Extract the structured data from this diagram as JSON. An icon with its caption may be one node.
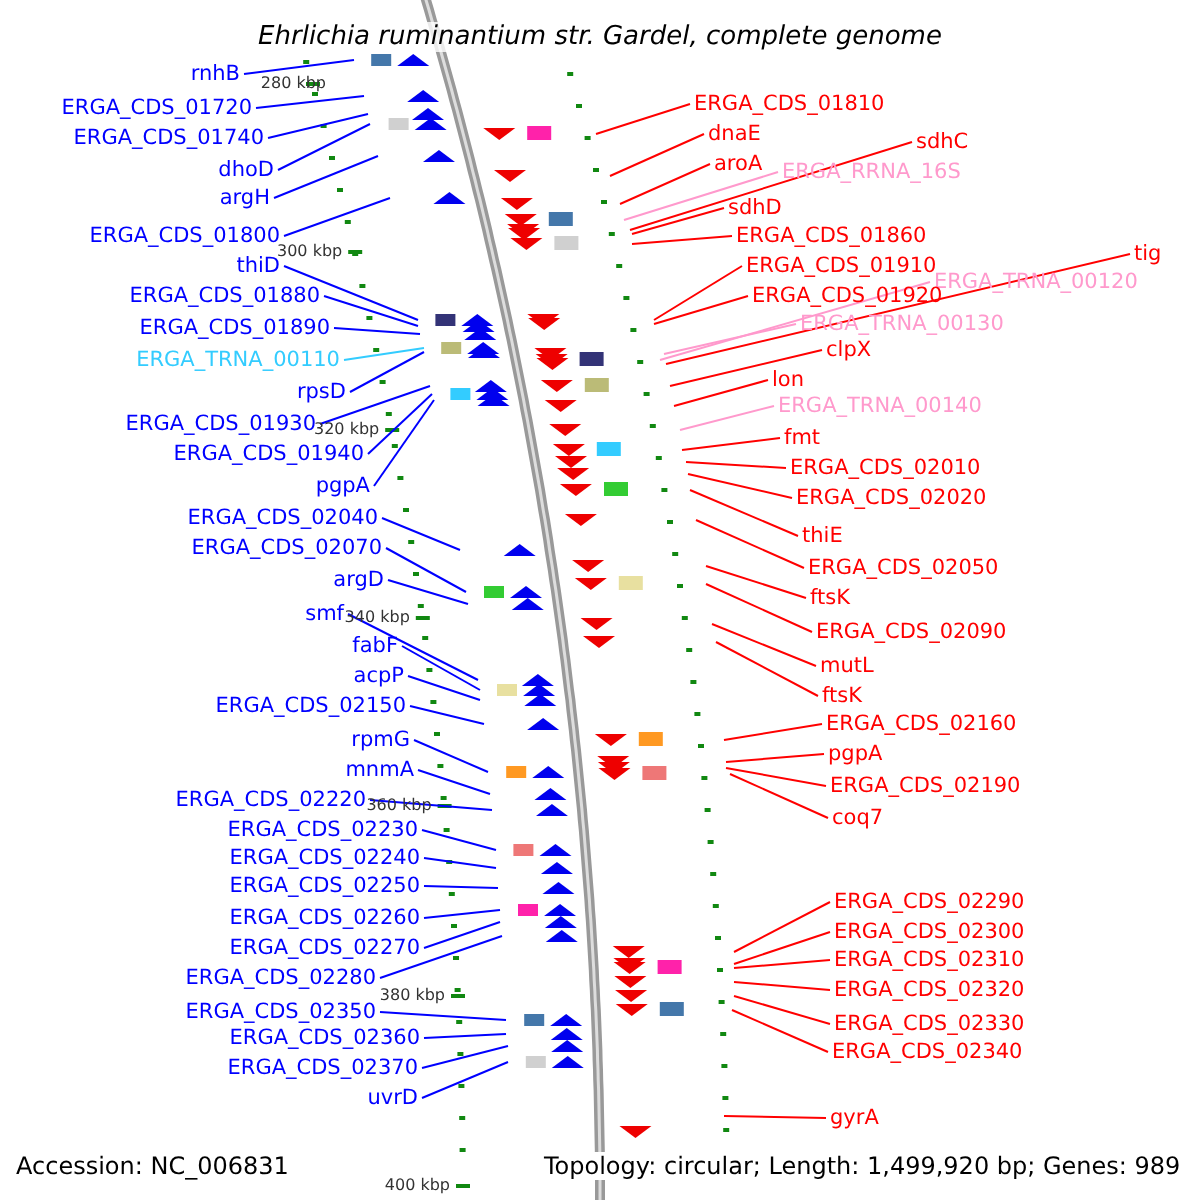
{
  "diagram": {
    "title": "Ehrlichia ruminantium str. Gardel, complete genome",
    "nodes": [
      {
        "text": [
          "rnhB"
        ]
      },
      {
        "text": [
          "ERGA_CDS_01720"
        ]
      },
      {
        "text": [
          "ERGA_CDS_01740"
        ]
      },
      {
        "text": [
          "dhoD"
        ]
      },
      {
        "text": [
          "argH"
        ]
      },
      {
        "text": [
          "ERGA_CDS_01800"
        ]
      },
      {
        "text": [
          "thiD"
        ]
      },
      {
        "text": [
          "ERGA_CDS_01880"
        ]
      },
      {
        "text": [
          "ERGA_CDS_01890"
        ]
      },
      {
        "text": [
          "ERGA_TRNA_00110"
        ]
      },
      {
        "text": [
          "rpsD"
        ]
      },
      {
        "text": [
          "ERGA_CDS_01930"
        ]
      },
      {
        "text": [
          "ERGA_CDS_01940"
        ]
      },
      {
        "text": [
          "pgpA"
        ]
      },
      {
        "text": [
          "ERGA_CDS_02040"
        ]
      },
      {
        "text": [
          "ERGA_CDS_02070"
        ]
      },
      {
        "text": [
          "argD"
        ]
      },
      {
        "text": [
          "smf"
        ]
      },
      {
        "text": [
          "fabF"
        ]
      },
      {
        "text": [
          "acpP"
        ]
      },
      {
        "text": [
          "ERGA_CDS_02150"
        ]
      },
      {
        "text": [
          "rpmG"
        ]
      },
      {
        "text": [
          "mnmA"
        ]
      },
      {
        "text": [
          "ERGA_CDS_02220"
        ]
      },
      {
        "text": [
          "ERGA_CDS_02230"
        ]
      },
      {
        "text": [
          "ERGA_CDS_02240"
        ]
      },
      {
        "text": [
          "ERGA_CDS_02250"
        ]
      },
      {
        "text": [
          "ERGA_CDS_02260"
        ]
      },
      {
        "text": [
          "ERGA_CDS_02270"
        ]
      },
      {
        "text": [
          "ERGA_CDS_02280"
        ]
      },
      {
        "text": [
          "ERGA_CDS_02350"
        ]
      },
      {
        "text": [
          "ERGA_CDS_02360"
        ]
      },
      {
        "text": [
          "ERGA_CDS_02370"
        ]
      },
      {
        "text": [
          "uvrD"
        ]
      },
      {
        "text": [
          "ERGA_CDS_01810"
        ]
      },
      {
        "text": [
          "dnaE"
        ]
      },
      {
        "text": [
          "aroA"
        ]
      },
      {
        "text": [
          "ERGA_RRNA_16S"
        ]
      },
      {
        "text": [
          "sdhC"
        ]
      },
      {
        "text": [
          "sdhD"
        ]
      },
      {
        "text": [
          "ERGA_CDS_01860"
        ]
      },
      {
        "text": [
          "ERGA_CDS_01910"
        ]
      },
      {
        "text": [
          "tig"
        ]
      },
      {
        "text": [
          "ERGA_TRNA_00120"
        ]
      },
      {
        "text": [
          "ERGA_CDS_01920"
        ]
      },
      {
        "text": [
          "ERGA_TRNA_00130"
        ]
      },
      {
        "text": [
          "clpX"
        ]
      },
      {
        "text": [
          "lon"
        ]
      },
      {
        "text": [
          "ERGA_TRNA_00140"
        ]
      },
      {
        "text": [
          "fmt"
        ]
      },
      {
        "text": [
          "ERGA_CDS_02010"
        ]
      },
      {
        "text": [
          "ERGA_CDS_02020"
        ]
      },
      {
        "text": [
          "thiE"
        ]
      },
      {
        "text": [
          "ERGA_CDS_02050"
        ]
      },
      {
        "text": [
          "ftsK"
        ]
      },
      {
        "text": [
          "ERGA_CDS_02090"
        ]
      },
      {
        "text": [
          "mutL"
        ]
      },
      {
        "text": [
          "ftsK"
        ]
      },
      {
        "text": [
          "ERGA_CDS_02160"
        ]
      },
      {
        "text": [
          "pgpA"
        ]
      },
      {
        "text": [
          "ERGA_CDS_02190"
        ]
      },
      {
        "text": [
          "coq7"
        ]
      },
      {
        "text": [
          "ERGA_CDS_02290"
        ]
      },
      {
        "text": [
          "ERGA_CDS_02300"
        ]
      },
      {
        "text": [
          "ERGA_CDS_02310"
        ]
      },
      {
        "text": [
          "ERGA_CDS_02320"
        ]
      },
      {
        "text": [
          "ERGA_CDS_02330"
        ]
      },
      {
        "text": [
          "ERGA_CDS_02340"
        ]
      },
      {
        "text": [
          "gyrA"
        ]
      }
    ],
    "edges": [
      {
        "from": 0,
        "to": null,
        "arrow": "none",
        "color": "#0000ff"
      },
      {
        "from": 1,
        "to": null,
        "arrow": "none",
        "color": "#0000ff"
      },
      {
        "from": 2,
        "to": null,
        "arrow": "none",
        "color": "#0000ff"
      },
      {
        "from": 3,
        "to": null,
        "arrow": "none",
        "color": "#0000ff"
      },
      {
        "from": 4,
        "to": null,
        "arrow": "none",
        "color": "#0000ff"
      },
      {
        "from": 5,
        "to": null,
        "arrow": "none",
        "color": "#0000ff"
      },
      {
        "from": 6,
        "to": null,
        "arrow": "none",
        "color": "#0000ff"
      },
      {
        "from": 7,
        "to": null,
        "arrow": "none",
        "color": "#0000ff"
      },
      {
        "from": 8,
        "to": null,
        "arrow": "none",
        "color": "#0000ff"
      },
      {
        "from": 9,
        "to": null,
        "arrow": "none",
        "color": "#33ccff"
      },
      {
        "from": 10,
        "to": null,
        "arrow": "none",
        "color": "#0000ff"
      },
      {
        "from": 11,
        "to": null,
        "arrow": "none",
        "color": "#0000ff"
      },
      {
        "from": 12,
        "to": null,
        "arrow": "none",
        "color": "#0000ff"
      },
      {
        "from": 13,
        "to": null,
        "arrow": "none",
        "color": "#0000ff"
      },
      {
        "from": 14,
        "to": null,
        "arrow": "none",
        "color": "#0000ff"
      },
      {
        "from": 15,
        "to": null,
        "arrow": "none",
        "color": "#0000ff"
      },
      {
        "from": 16,
        "to": null,
        "arrow": "none",
        "color": "#0000ff"
      },
      {
        "from": 17,
        "to": null,
        "arrow": "none",
        "color": "#0000ff"
      },
      {
        "from": 18,
        "to": null,
        "arrow": "none",
        "color": "#0000ff"
      },
      {
        "from": 19,
        "to": null,
        "arrow": "none",
        "color": "#0000ff"
      },
      {
        "from": 20,
        "to": null,
        "arrow": "none",
        "color": "#0000ff"
      },
      {
        "from": 21,
        "to": null,
        "arrow": "none",
        "color": "#0000ff"
      },
      {
        "from": 22,
        "to": null,
        "arrow": "none",
        "color": "#0000ff"
      },
      {
        "from": 23,
        "to": null,
        "arrow": "none",
        "color": "#0000ff"
      },
      {
        "from": 24,
        "to": null,
        "arrow": "none",
        "color": "#0000ff"
      },
      {
        "from": 25,
        "to": null,
        "arrow": "none",
        "color": "#0000ff"
      },
      {
        "from": 26,
        "to": null,
        "arrow": "none",
        "color": "#0000ff"
      },
      {
        "from": 27,
        "to": null,
        "arrow": "none",
        "color": "#0000ff"
      },
      {
        "from": 28,
        "to": null,
        "arrow": "none",
        "color": "#0000ff"
      },
      {
        "from": 29,
        "to": null,
        "arrow": "none",
        "color": "#0000ff"
      },
      {
        "from": 30,
        "to": null,
        "arrow": "none",
        "color": "#0000ff"
      },
      {
        "from": 31,
        "to": null,
        "arrow": "none",
        "color": "#0000ff"
      },
      {
        "from": 32,
        "to": null,
        "arrow": "none",
        "color": "#0000ff"
      },
      {
        "from": 33,
        "to": null,
        "arrow": "none",
        "color": "#0000ff"
      },
      {
        "from": 34,
        "to": null,
        "arrow": "none",
        "color": "#ff0000"
      },
      {
        "from": 35,
        "to": null,
        "arrow": "none",
        "color": "#ff0000"
      },
      {
        "from": 36,
        "to": null,
        "arrow": "none",
        "color": "#ff0000"
      },
      {
        "from": 37,
        "to": null,
        "arrow": "none",
        "color": "#ff99cc"
      },
      {
        "from": 38,
        "to": null,
        "arrow": "none",
        "color": "#ff0000"
      },
      {
        "from": 39,
        "to": null,
        "arrow": "none",
        "color": "#ff0000"
      },
      {
        "from": 40,
        "to": null,
        "arrow": "none",
        "color": "#ff0000"
      },
      {
        "from": 41,
        "to": null,
        "arrow": "none",
        "color": "#ff0000"
      },
      {
        "from": 42,
        "to": null,
        "arrow": "none",
        "color": "#ff0000"
      },
      {
        "from": 43,
        "to": null,
        "arrow": "none",
        "color": "#ff99cc"
      },
      {
        "from": 44,
        "to": null,
        "arrow": "none",
        "color": "#ff0000"
      },
      {
        "from": 45,
        "to": null,
        "arrow": "none",
        "color": "#ff99cc"
      },
      {
        "from": 46,
        "to": null,
        "arrow": "none",
        "color": "#ff0000"
      },
      {
        "from": 47,
        "to": null,
        "arrow": "none",
        "color": "#ff0000"
      },
      {
        "from": 48,
        "to": null,
        "arrow": "none",
        "color": "#ff99cc"
      },
      {
        "from": 49,
        "to": null,
        "arrow": "none",
        "color": "#ff0000"
      },
      {
        "from": 50,
        "to": null,
        "arrow": "none",
        "color": "#ff0000"
      },
      {
        "from": 51,
        "to": null,
        "arrow": "none",
        "color": "#ff0000"
      },
      {
        "from": 52,
        "to": null,
        "arrow": "none",
        "color": "#ff0000"
      },
      {
        "from": 53,
        "to": null,
        "arrow": "none",
        "color": "#ff0000"
      },
      {
        "from": 54,
        "to": null,
        "arrow": "none",
        "color": "#ff0000"
      },
      {
        "from": 55,
        "to": null,
        "arrow": "none",
        "color": "#ff0000"
      },
      {
        "from": 56,
        "to": null,
        "arrow": "none",
        "color": "#ff0000"
      },
      {
        "from": 57,
        "to": null,
        "arrow": "none",
        "color": "#ff0000"
      },
      {
        "from": 58,
        "to": null,
        "arrow": "none",
        "color": "#ff0000"
      },
      {
        "from": 59,
        "to": null,
        "arrow": "none",
        "color": "#ff0000"
      },
      {
        "from": 60,
        "to": null,
        "arrow": "none",
        "color": "#ff0000"
      },
      {
        "from": 61,
        "to": null,
        "arrow": "none",
        "color": "#ff0000"
      },
      {
        "from": 62,
        "to": null,
        "arrow": "none",
        "color": "#ff0000"
      },
      {
        "from": 63,
        "to": null,
        "arrow": "none",
        "color": "#ff0000"
      },
      {
        "from": 64,
        "to": null,
        "arrow": "none",
        "color": "#ff0000"
      },
      {
        "from": 65,
        "to": null,
        "arrow": "none",
        "color": "#ff0000"
      },
      {
        "from": 66,
        "to": null,
        "arrow": "none",
        "color": "#ff0000"
      },
      {
        "from": 67,
        "to": null,
        "arrow": "none",
        "color": "#ff0000"
      },
      {
        "from": 68,
        "to": null,
        "arrow": "none",
        "color": "#ff0000"
      }
    ],
    "labels": [
      "280 kbp",
      "300 kbp",
      "320 kbp",
      "340 kbp",
      "360 kbp",
      "380 kbp",
      "400 kbp",
      "Accession: NC_006831",
      "Topology: circular; Length: 1,499,920 bp; Genes: 989"
    ]
  }
}
